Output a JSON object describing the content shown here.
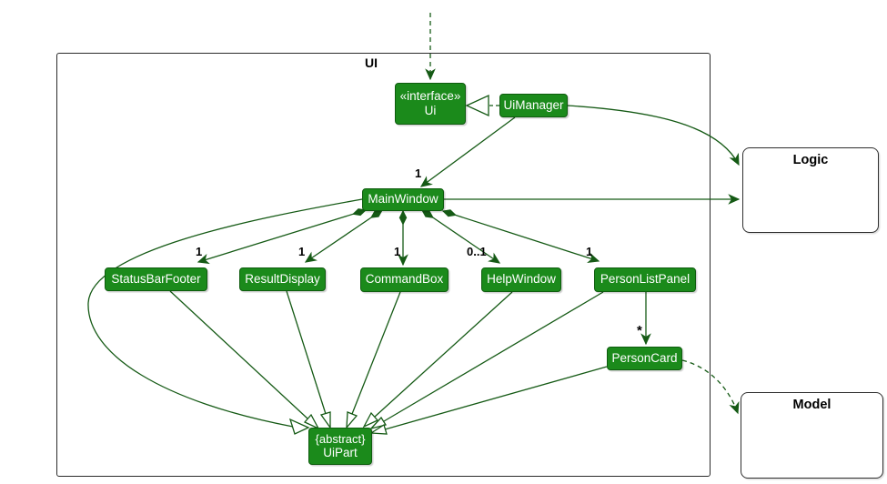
{
  "frame": {
    "label": "UI"
  },
  "classes": {
    "ui": {
      "stereotype": "«interface»",
      "name": "Ui"
    },
    "uiManager": {
      "name": "UiManager"
    },
    "mainWindow": {
      "name": "MainWindow"
    },
    "statusBarFooter": {
      "name": "StatusBarFooter"
    },
    "resultDisplay": {
      "name": "ResultDisplay"
    },
    "commandBox": {
      "name": "CommandBox"
    },
    "helpWindow": {
      "name": "HelpWindow"
    },
    "personListPanel": {
      "name": "PersonListPanel"
    },
    "personCard": {
      "name": "PersonCard"
    },
    "uiPart": {
      "modifier": "{abstract}",
      "name": "UiPart"
    }
  },
  "external_components": {
    "logic": {
      "name": "Logic"
    },
    "model": {
      "name": "Model"
    }
  },
  "multiplicities": {
    "uiManager_to_mainWindow": "1",
    "mainWindow_to_statusBarFooter": "1",
    "mainWindow_to_resultDisplay": "1",
    "mainWindow_to_commandBox": "1",
    "mainWindow_to_helpWindow": "0..1",
    "mainWindow_to_personListPanel": "1",
    "personListPanel_to_personCard": "*"
  },
  "colors": {
    "class_fill": "#1b8a1b",
    "class_border": "#0e5c0e",
    "class_text": "#ffffff",
    "edge_color": "#155a15",
    "frame_border": "#2b2b2b",
    "label_text": "#000000",
    "canvas_bg": "#ffffff",
    "external_border": "#2f2f2f",
    "external_fill": "#ffffff"
  }
}
